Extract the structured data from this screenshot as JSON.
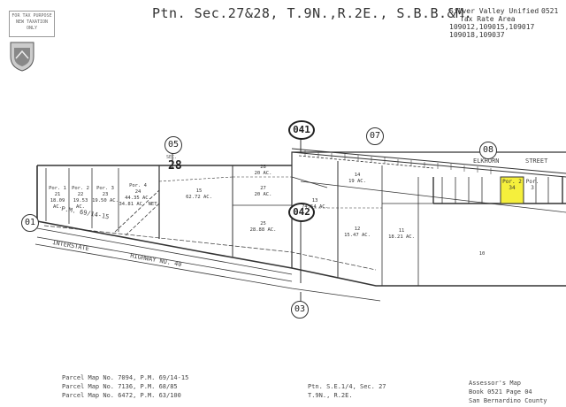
{
  "header": {
    "title": "Ptn. Sec.27&28, T.9N.,R.2E., S.B.B.&M.",
    "district": "Silver Valley Unified",
    "tax_rate_area_label": "Tax Rate Area",
    "tax_codes": [
      "109012,109015,109017",
      "109018,109037"
    ],
    "page_ref": "0521"
  },
  "stamp": {
    "line1": "FOR TAX PURPOSE",
    "line2": "NEW TAXATION ONLY"
  },
  "map": {
    "book_circles": {
      "top": "041",
      "middle": "042",
      "bottom": "03",
      "sec28_top": "05",
      "right_top": "07",
      "right": "08",
      "left": "01"
    },
    "section": "28",
    "section_prefix": "SEC.",
    "street": "ELKHORN",
    "street_suffix": "STREET",
    "highway": "INTERSTATE",
    "highway_tail": "HIGHWAY NO. 40",
    "parcel_map_label": "P.M. 69/14-15",
    "lots": [
      {
        "por": "Por. 1",
        "num": "21",
        "area": "18.09 AC."
      },
      {
        "por": "Por. 2",
        "num": "22",
        "area": "19.53 AC."
      },
      {
        "por": "Por. 3",
        "num": "23",
        "area": "19.50 AC."
      },
      {
        "por": "Por. 4",
        "num": "24",
        "area": "44.35 AC.",
        "extra": "34.81 AC. NET"
      }
    ],
    "parcels": [
      {
        "num": "15",
        "area": "62.72 AC."
      },
      {
        "num": "28",
        "area": "20 AC."
      },
      {
        "num": "27",
        "area": "20 AC."
      },
      {
        "num": "25",
        "area": "28.88 AC."
      },
      {
        "num": "13",
        "area": "74.54 AC."
      },
      {
        "num": "14",
        "area": "19 AC."
      },
      {
        "num": "12",
        "area": "15.47 AC."
      },
      {
        "num": "11",
        "area": "18.21 AC."
      },
      {
        "num": "10",
        "area": ""
      }
    ],
    "right_lots": [
      {
        "por": "Por. 2",
        "num": "34"
      },
      {
        "por": "Por.",
        "num": "3"
      }
    ],
    "highlight_color": "#f5ef3c"
  },
  "footer": {
    "parcel_maps": [
      "Parcel Map No. 7094, P.M. 69/14-15",
      "Parcel Map No. 7136, P.M. 68/85",
      "Parcel Map No. 6472, P.M. 63/100"
    ],
    "ptn": [
      "Ptn. S.E.1/4, Sec. 27",
      "T.9N., R.2E."
    ],
    "assessor": [
      "Assessor's Map",
      "Book 0521 Page 04",
      "San Bernardino County"
    ]
  }
}
